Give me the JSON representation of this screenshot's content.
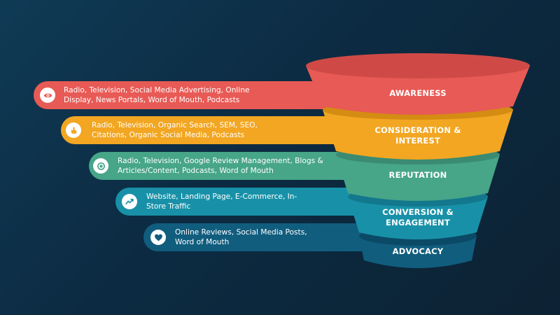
{
  "tiers": [
    {
      "key": "awareness",
      "label": "AWARENESS",
      "channels": "Radio, Television, Social Media Advertising, Online Display, News Portals, Word of Mouth, Podcasts",
      "icon": "eye-icon",
      "color": "#e85a55"
    },
    {
      "key": "consideration",
      "label": "CONSIDERATION & INTEREST",
      "channels": "Radio, Television, Organic Search, SEM, SEO, Citations, Organic Social Media, Podcasts",
      "icon": "pointer-hand-icon",
      "color": "#f2a622"
    },
    {
      "key": "reputation",
      "label": "REPUTATION",
      "channels": "Radio, Television, Google Review Management, Blogs & Articles/Content, Podcasts, Word of Mouth",
      "icon": "target-icon",
      "color": "#47a588"
    },
    {
      "key": "conversion",
      "label": "CONVERSION & ENGAGEMENT",
      "channels": "Website, Landing Page, E-Commerce, In-Store Traffic",
      "icon": "trend-chart-icon",
      "color": "#1891a8"
    },
    {
      "key": "advocacy",
      "label": "ADVOCACY",
      "channels": "Online Reviews, Social Media Posts, Word of Mouth",
      "icon": "heart-icon",
      "color": "#115d7e"
    }
  ]
}
